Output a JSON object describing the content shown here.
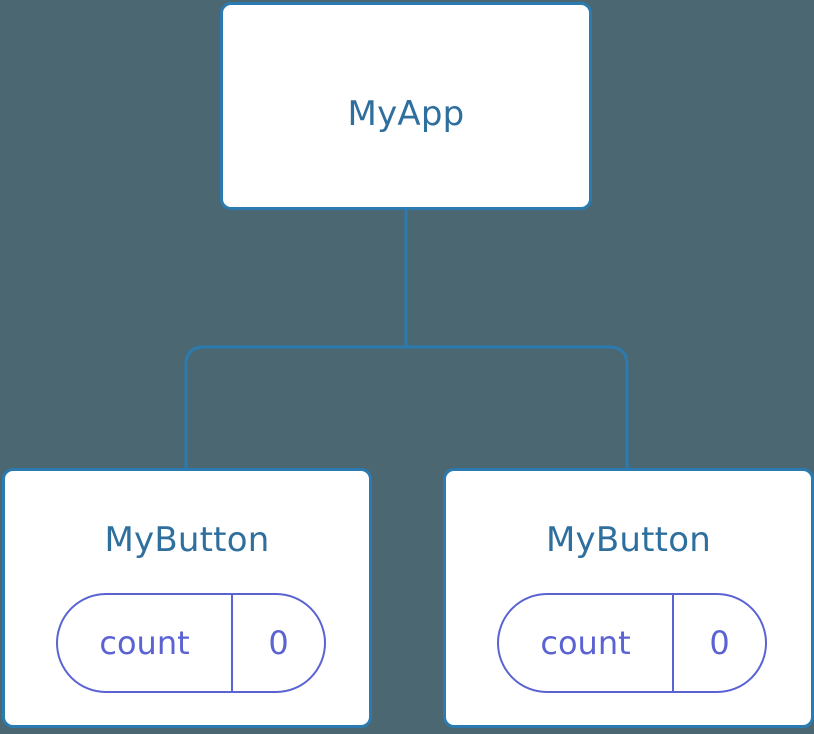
{
  "diagram": {
    "type": "component-tree",
    "background_color": "#4a6772",
    "edge_color": "#2b7bb0",
    "node_border_color": "#2b7bb0",
    "node_fill_color": "#ffffff",
    "node_title_color": "#2e6f9e",
    "state_pill_color": "#5b63d3",
    "root": {
      "id": "myapp",
      "label": "MyApp"
    },
    "children": [
      {
        "id": "mybutton-0",
        "label": "MyButton",
        "state": {
          "key": "count",
          "value": "0"
        }
      },
      {
        "id": "mybutton-1",
        "label": "MyButton",
        "state": {
          "key": "count",
          "value": "0"
        }
      }
    ]
  }
}
